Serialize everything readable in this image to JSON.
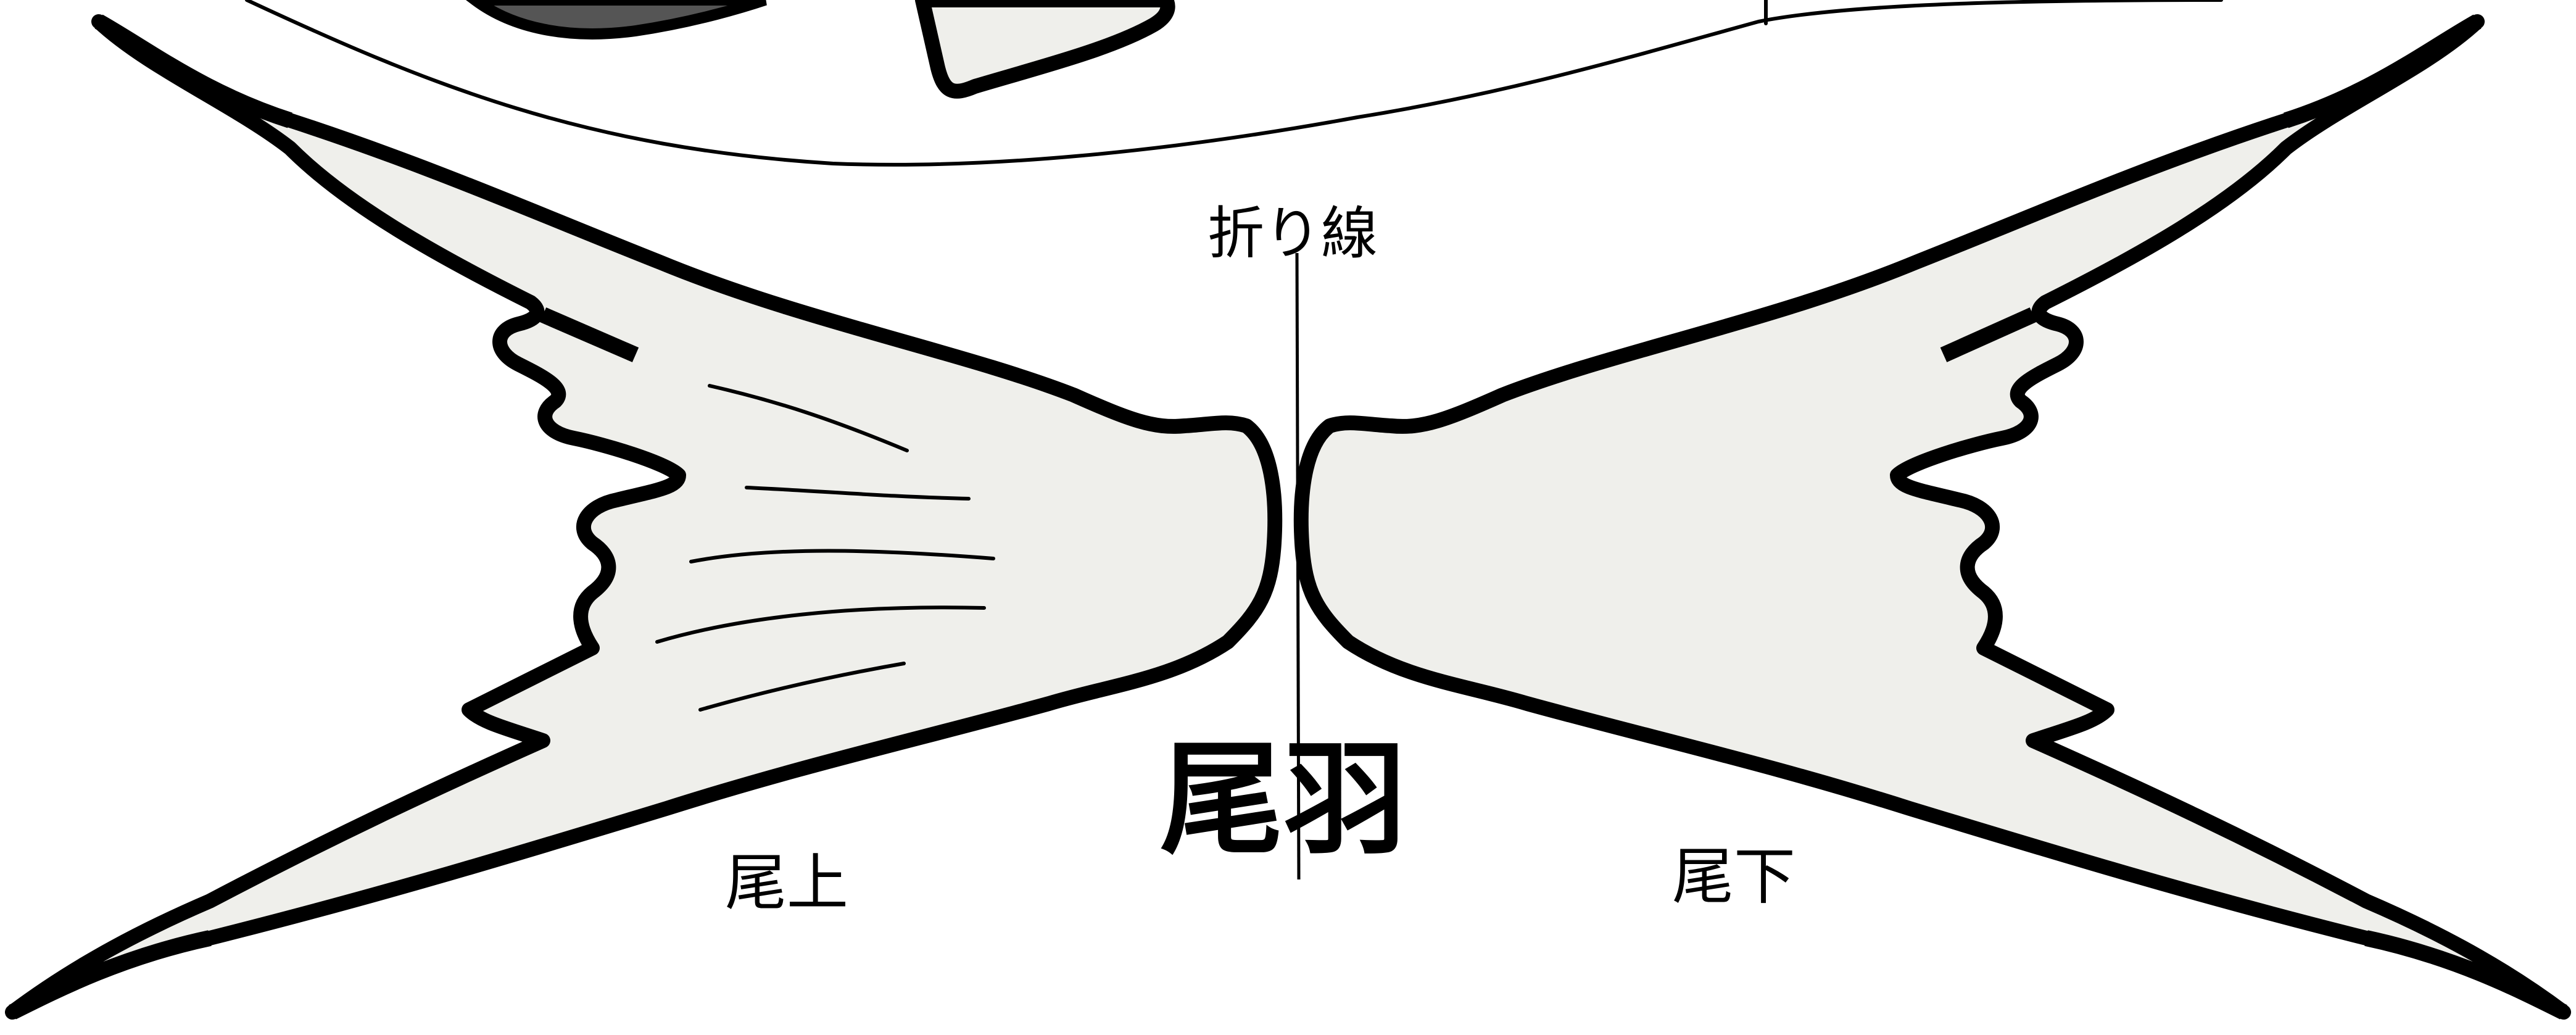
{
  "labels": {
    "fold_line": "折り線",
    "tail_feather": "尾羽",
    "tail_upper": "尾上",
    "tail_lower": "尾下"
  },
  "colors": {
    "outline": "#000000",
    "fin_fill": "#efefeb",
    "eye_dark": "#555555",
    "background": "#ffffff"
  }
}
